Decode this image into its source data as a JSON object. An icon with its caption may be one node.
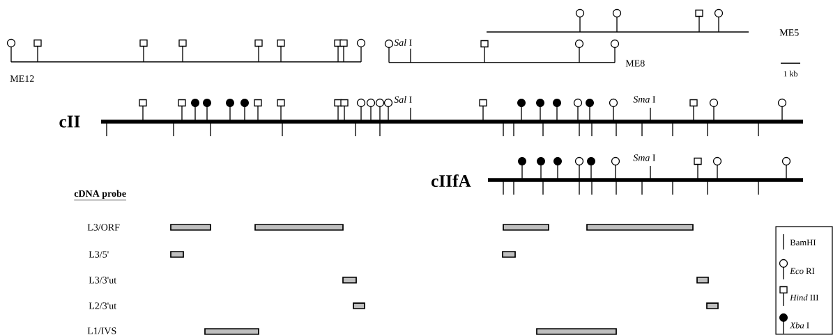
{
  "diagram": {
    "labels": [
      "ME5",
      "*Sal* I",
      "ME8",
      "ME12",
      "1 kb",
      "*Sal* I",
      "*Sma* I",
      "cII",
      "*Sma* I",
      "cIIfA",
      "cDNA  probe",
      "L3/ORF",
      "L3/5'",
      "L3/3'ut",
      "L2/3'ut",
      "L1/IVS"
    ],
    "legend": [
      {
        "text": "BamHI"
      },
      {
        "text": "*Eco* RI"
      },
      {
        "text": "*Hind* III"
      },
      {
        "text": "*Xba* I"
      }
    ]
  }
}
